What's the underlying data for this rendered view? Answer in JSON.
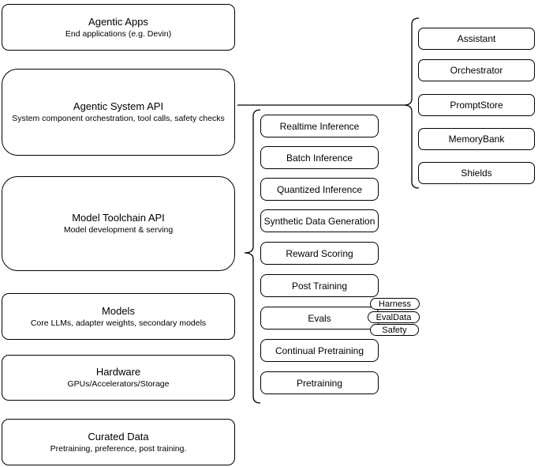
{
  "diagram": {
    "stack": [
      {
        "title": "Agentic Apps",
        "subtitle": "End applications (e.g. Devin)"
      },
      {
        "title": "Agentic System API",
        "subtitle": "System component orchestration, tool calls, safety checks"
      },
      {
        "title": "Model Toolchain API",
        "subtitle": "Model development & serving"
      },
      {
        "title": "Models",
        "subtitle": "Core LLMs, adapter weights, secondary models"
      },
      {
        "title": "Hardware",
        "subtitle": "GPUs/Accelerators/Storage"
      },
      {
        "title": "Curated Data",
        "subtitle": "Pretraining, preference, post training."
      }
    ],
    "toolchain_services": [
      "Realtime Inference",
      "Batch Inference",
      "Quantized Inference",
      "Synthetic Data Generation",
      "Reward Scoring",
      "Post Training",
      "Evals",
      "Continual Pretraining",
      "Pretraining"
    ],
    "eval_tags": [
      "Harness",
      "EvalData",
      "Safety"
    ],
    "system_components": [
      "Assistant",
      "Orchestrator",
      "PromptStore",
      "MemoryBank",
      "Shields"
    ],
    "colors": {
      "stroke": "#000000",
      "fill": "#ffffff",
      "text": "#000000"
    }
  }
}
